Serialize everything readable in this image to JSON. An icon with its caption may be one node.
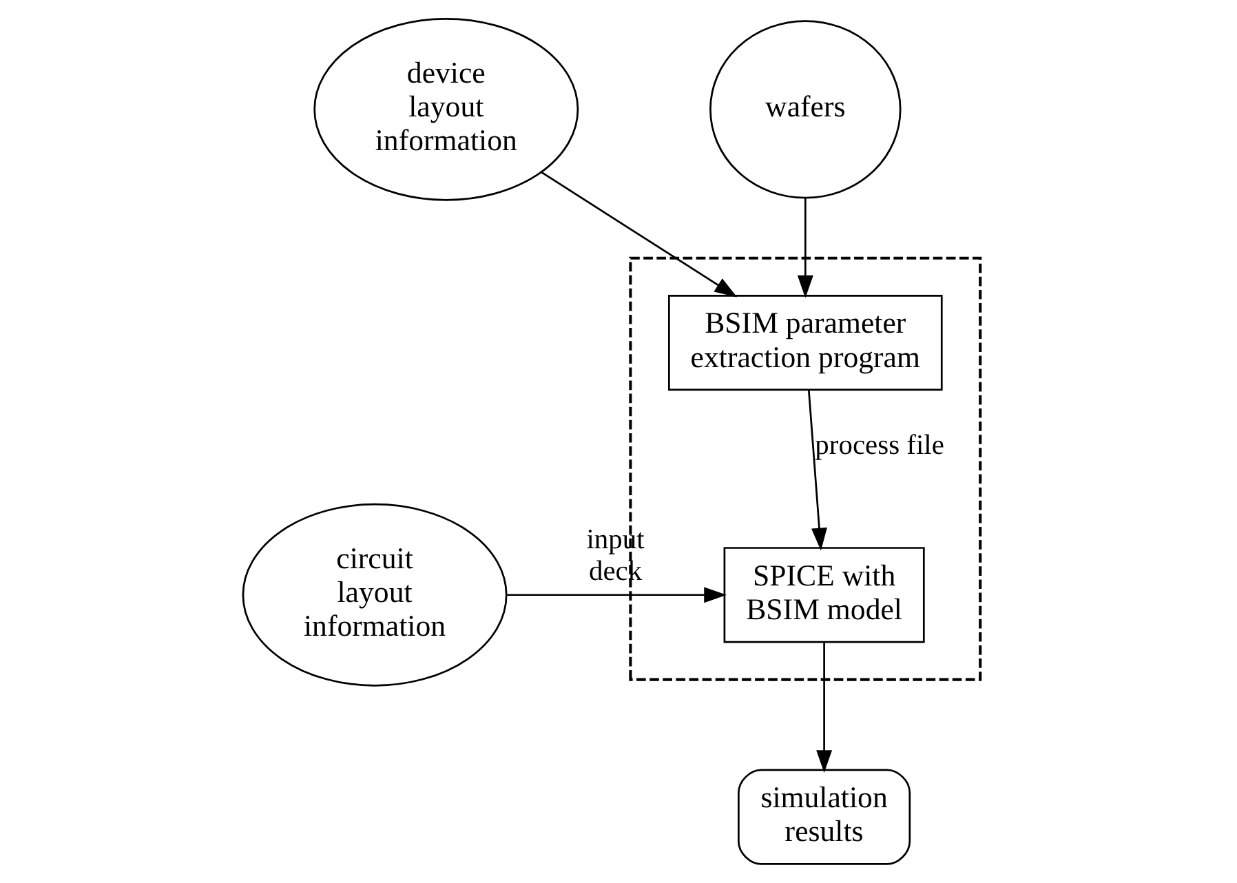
{
  "diagram": {
    "nodes": [
      {
        "text": [
          "device layout information"
        ]
      },
      {
        "text": [
          "wafers"
        ]
      },
      {
        "text": [],
        "shape": "box"
      },
      {
        "text": [
          "BSIM parameter extraction program"
        ],
        "in": 2
      },
      {
        "text": [
          "circuit layout information"
        ]
      },
      {
        "text": [
          "SPICE with BSIM model"
        ],
        "in": 2
      },
      {
        "text": [
          "simulation results"
        ]
      }
    ],
    "edges": [
      {
        "from": 0,
        "to": 3,
        "arrow": "to"
      },
      {
        "from": 1,
        "to": 3,
        "arrow": "to"
      },
      {
        "from": 3,
        "to": 5,
        "arrow": "to",
        "label": "process file"
      },
      {
        "from": 4,
        "to": 5,
        "arrow": "to",
        "label": "input deck"
      },
      {
        "from": 5,
        "to": 6,
        "arrow": "to"
      }
    ]
  }
}
